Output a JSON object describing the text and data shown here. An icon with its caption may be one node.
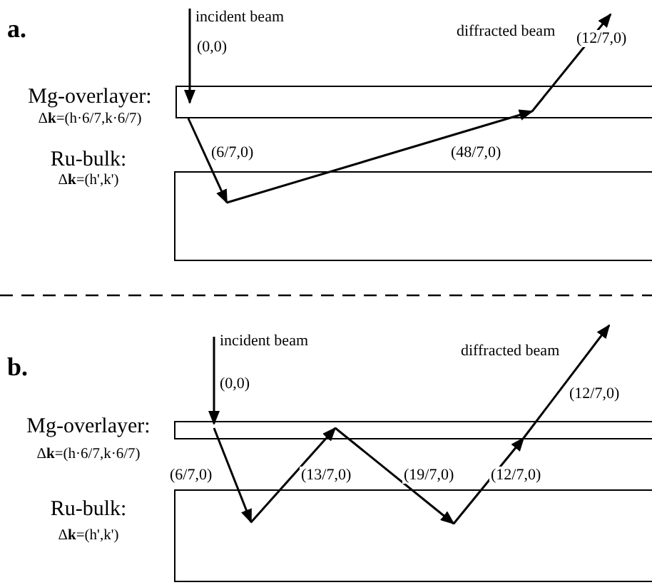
{
  "diagram": {
    "nodes": [
      {
        "text": [
          "incident beam"
        ]
      },
      {
        "text": [
          "Mg-overlayer:",
          "Δ**k**=(h·6/7,k·6/7)"
        ]
      },
      {
        "text": [
          "Ru-bulk:",
          "Δ**k**=(h',k')"
        ]
      },
      {
        "text": [
          "incident beam"
        ]
      },
      {
        "text": [
          "Mg-overlayer:",
          "Δ**k**=(h·6/7,k·6/7)"
        ]
      },
      {
        "text": [
          "Ru-bulk:",
          "Δ**k**=(h',k')"
        ]
      }
    ],
    "edges": [
      {
        "from": 0,
        "to": 1,
        "arrow": "to",
        "label": "(0,0)"
      },
      {
        "from": 1,
        "to": 2,
        "arrow": "to",
        "label": "(6/7,0)"
      },
      {
        "from": 2,
        "to": 1,
        "arrow": "to",
        "label": "(48/7,0)"
      },
      {
        "from": 1,
        "to": null,
        "arrow": "to",
        "label": "(12/7,0)"
      },
      {
        "from": 3,
        "to": 4,
        "arrow": "to",
        "label": "(0,0)"
      },
      {
        "from": 4,
        "to": 5,
        "arrow": "to",
        "label": "(6/7,0)"
      },
      {
        "from": 5,
        "to": 4,
        "arrow": "to",
        "label": "(13/7,0)"
      },
      {
        "from": 4,
        "to": 5,
        "arrow": "to",
        "label": "(19/7,0)"
      },
      {
        "from": 5,
        "to": 4,
        "arrow": "to",
        "label": "(12/7,0)"
      },
      {
        "from": 4,
        "to": null,
        "arrow": "to",
        "label": "(12/7,0)"
      }
    ],
    "labels": [
      "a.",
      "diffracted beam",
      "b.",
      "diffracted beam"
    ]
  }
}
